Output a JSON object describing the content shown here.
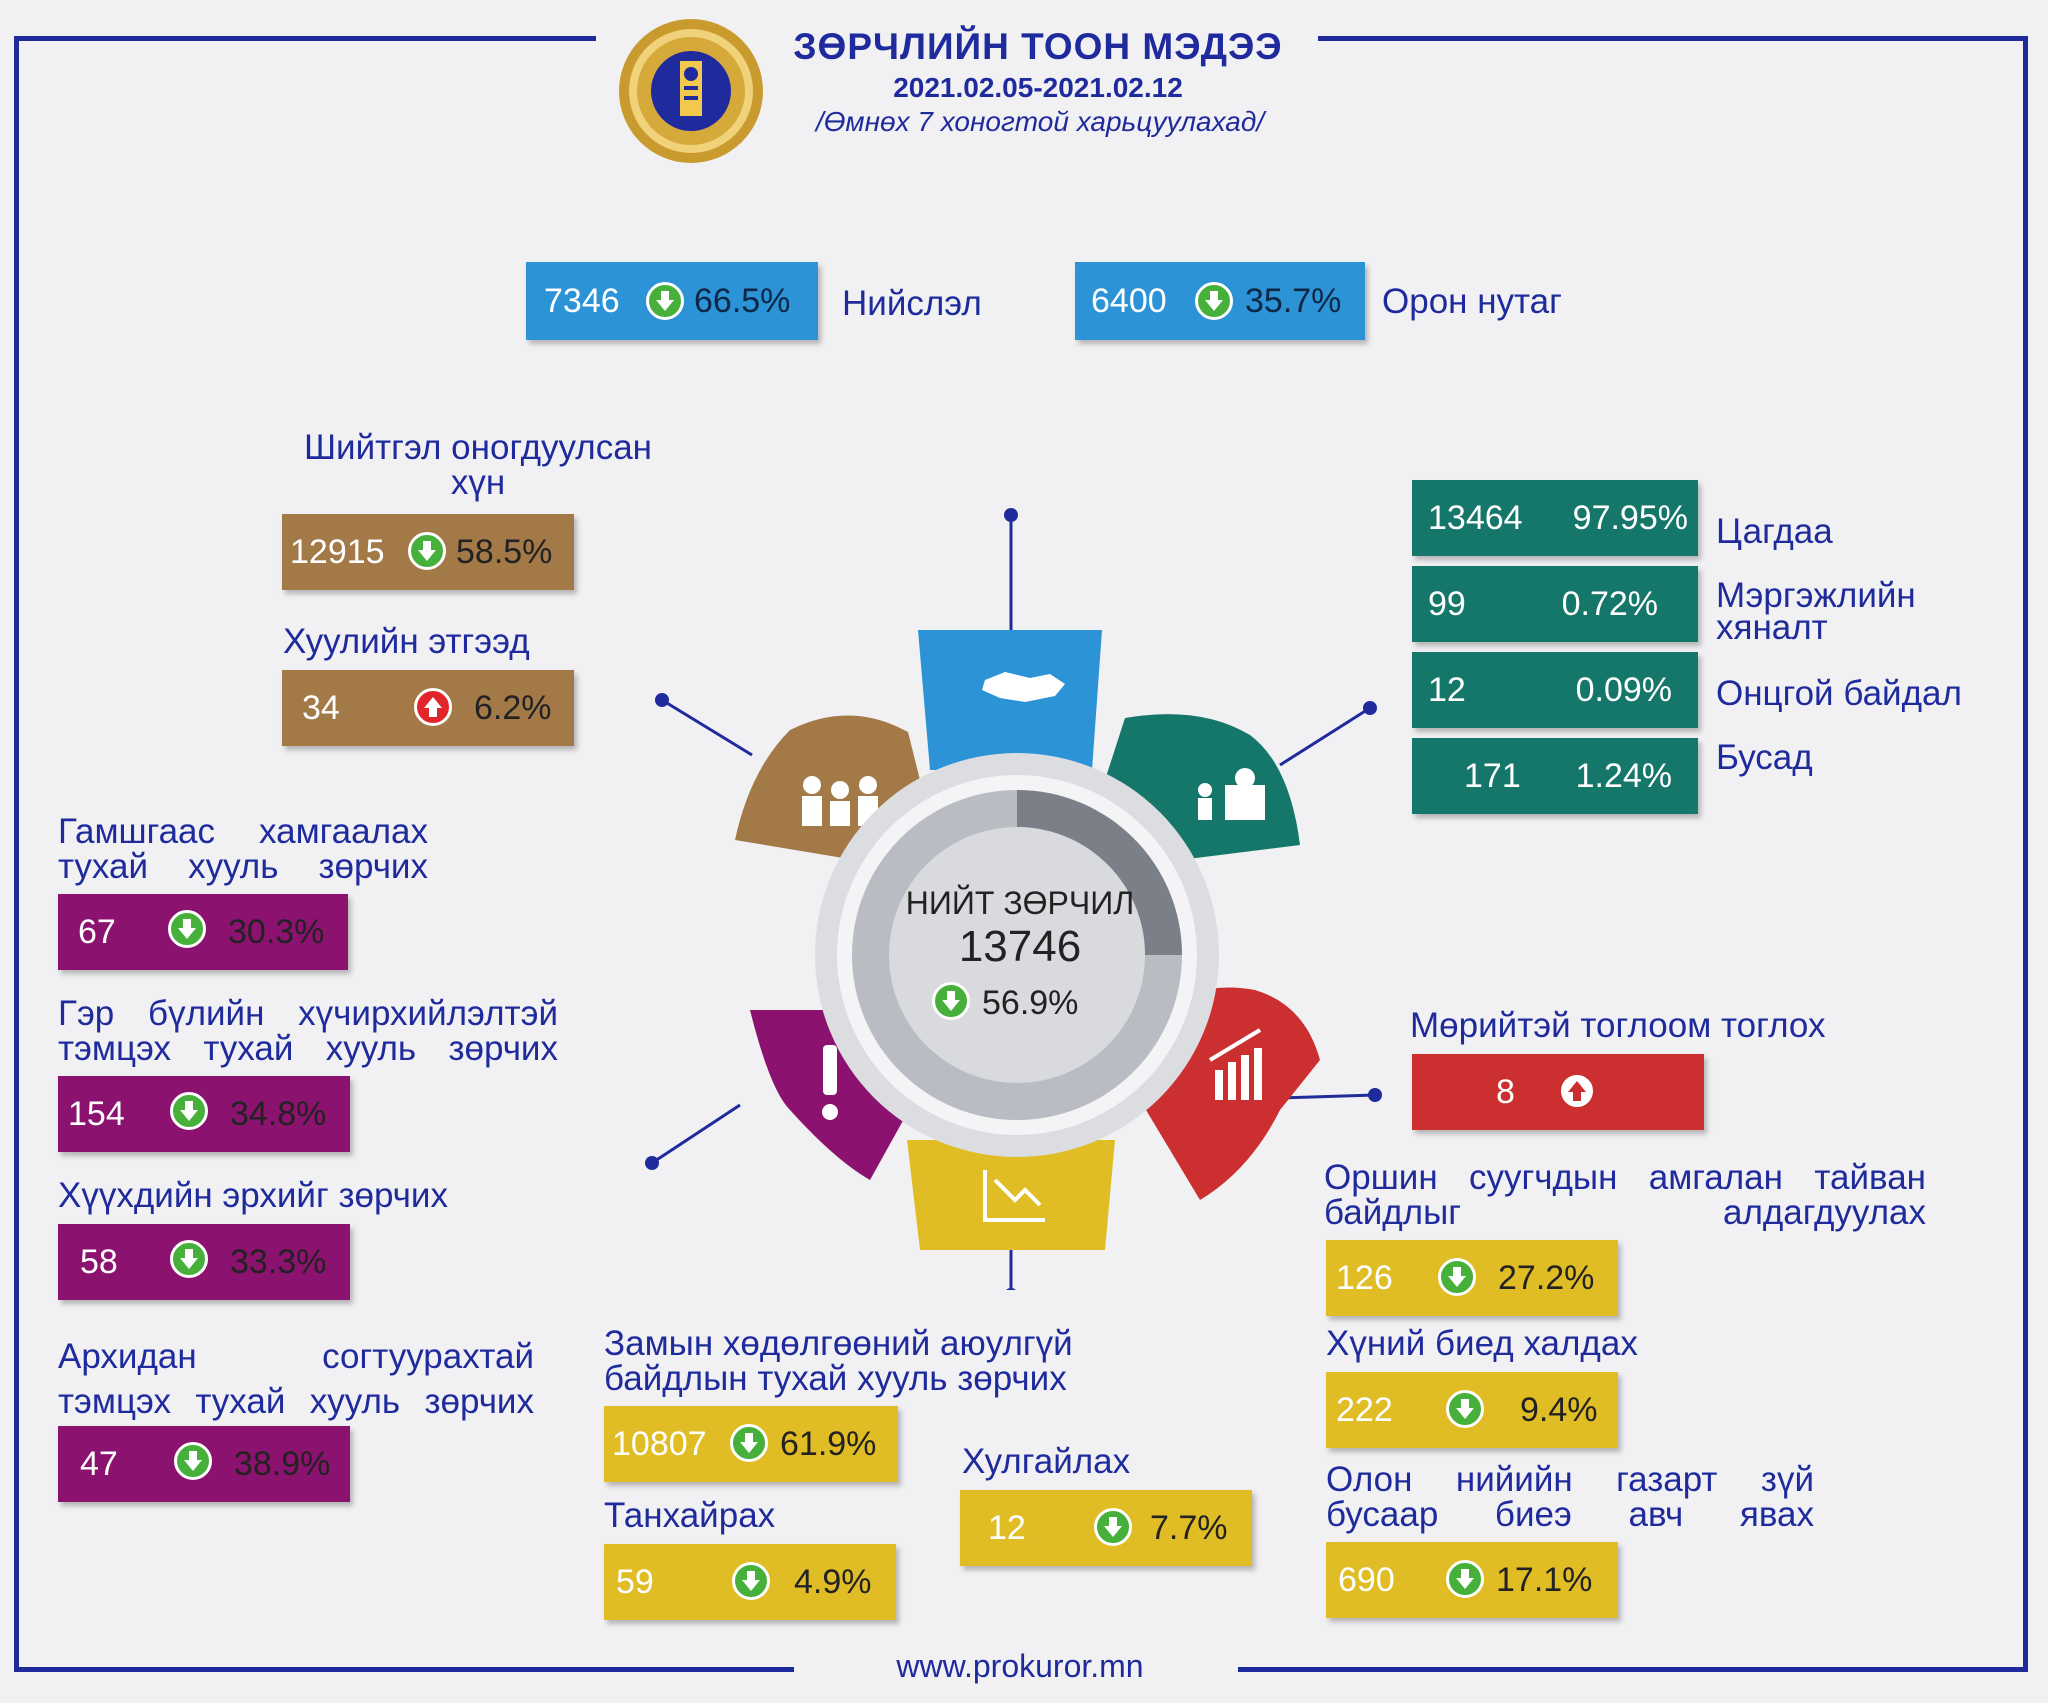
{
  "header": {
    "title": "ЗӨРЧЛИЙН ТООН МЭДЭЭ",
    "date_range": "2021.02.05-2021.02.12",
    "subtitle": "/Өмнөх 7 хоногтой харьцуулахад/"
  },
  "footer": {
    "url": "www.prokuror.mn"
  },
  "colors": {
    "frame": "#1f2b9c",
    "blue": "#2c93d6",
    "brown": "#a37a47",
    "teal": "#15776a",
    "purple": "#8c1270",
    "yellow": "#e1bd25",
    "red": "#cc2f2f",
    "grey": "#cfd0d4"
  },
  "regions": [
    {
      "value": "7346",
      "pct": "66.5%",
      "trend": "down",
      "label": "Нийслэл"
    },
    {
      "value": "6400",
      "pct": "35.7%",
      "trend": "down",
      "label": "Орон нутаг"
    }
  ],
  "center": {
    "label": "НИЙТ ЗӨРЧИЛ",
    "value": "13746",
    "pct": "56.9%",
    "trend": "down"
  },
  "persons": {
    "title": "Шийтгэл оногдуулсан хүн",
    "value": "12915",
    "pct": "58.5%",
    "trend": "down",
    "legal": {
      "title": "Хуулийн этгээд",
      "value": "34",
      "pct": "6.2%",
      "trend": "up"
    }
  },
  "authorities": [
    {
      "value": "13464",
      "pct": "97.95%",
      "label": "Цагдаа"
    },
    {
      "value": "99",
      "pct": "0.72%",
      "label": "Мэргэжлийн хяналт"
    },
    {
      "value": "12",
      "pct": "0.09%",
      "label": "Онцгой байдал"
    },
    {
      "value": "171",
      "pct": "1.24%",
      "label": "Бусад"
    }
  ],
  "purple_items": [
    {
      "title": "Гамшгаас хамгаалах тухай хууль зөрчих",
      "value": "67",
      "pct": "30.3%",
      "trend": "down"
    },
    {
      "title": "Гэр бүлийн хүчирхийлэлтэй тэмцэх тухай хууль зөрчих",
      "value": "154",
      "pct": "34.8%",
      "trend": "down"
    },
    {
      "title": "Хүүхдийн эрхийг зөрчих",
      "value": "58",
      "pct": "33.3%",
      "trend": "down"
    },
    {
      "title": "Архидан согтуурахтай тэмцэх тухай хууль зөрчих",
      "value": "47",
      "pct": "38.9%",
      "trend": "down"
    }
  ],
  "gambling": {
    "title": "Мөрийтэй тоглоом тоглох",
    "value": "8",
    "trend": "up"
  },
  "yellow_right": [
    {
      "title": "Оршин суугчдын амгалан тайван байдлыг алдагдуулах",
      "value": "126",
      "pct": "27.2%",
      "trend": "down"
    },
    {
      "title": "Хүний биед халдах",
      "value": "222",
      "pct": "9.4%",
      "trend": "down"
    },
    {
      "title": "Олон нийийн газарт зүй бусаар биеэ авч явах",
      "value": "690",
      "pct": "17.1%",
      "trend": "down"
    }
  ],
  "traffic": {
    "title": "Замын хөдөлгөөний аюулгүй байдлын тухай хууль зөрчих",
    "value": "10807",
    "pct": "61.9%",
    "trend": "down"
  },
  "tankhaira": {
    "title": "Танхайрах",
    "value": "59",
    "pct": "4.9%",
    "trend": "down"
  },
  "theft": {
    "title": "Хулгайлах",
    "value": "12",
    "pct": "7.7%",
    "trend": "down"
  }
}
